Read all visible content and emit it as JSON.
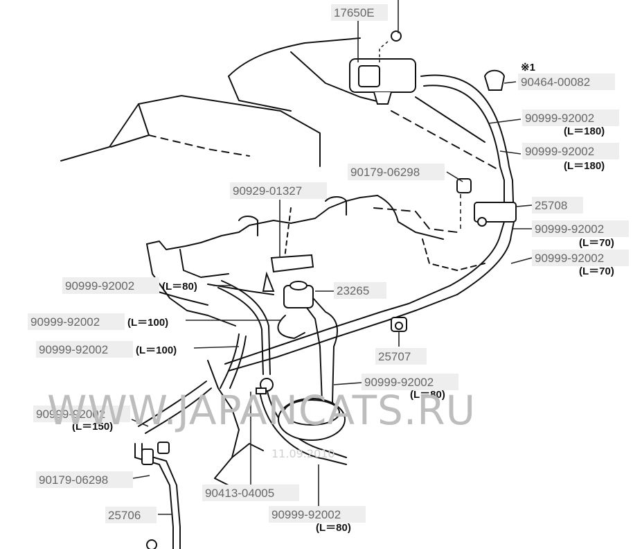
{
  "callouts": [
    {
      "id": "p17650E",
      "part": "17650E"
    },
    {
      "id": "p90464",
      "part": "90464-00082",
      "note": "※1"
    },
    {
      "id": "p90999a",
      "part": "90999-92002",
      "len": "(L＝180)"
    },
    {
      "id": "p90999b",
      "part": "90999-92002",
      "len": "(L＝180)"
    },
    {
      "id": "p90179a",
      "part": "90179-06298"
    },
    {
      "id": "p25708",
      "part": "25708"
    },
    {
      "id": "p90929",
      "part": "90929-01327"
    },
    {
      "id": "p90999c",
      "part": "90999-92002",
      "len": "(L＝70)"
    },
    {
      "id": "p90999d",
      "part": "90999-92002",
      "len": "(L＝70)"
    },
    {
      "id": "p90999e",
      "part": "90999-92002",
      "len": "(L＝80)"
    },
    {
      "id": "p23265",
      "part": "23265"
    },
    {
      "id": "p90999f",
      "part": "90999-92002",
      "len": "(L＝100)"
    },
    {
      "id": "p90999g",
      "part": "90999-92002",
      "len": "(L＝100)"
    },
    {
      "id": "p25707",
      "part": "25707"
    },
    {
      "id": "p90999h",
      "part": "90999-92002",
      "len": "(L＝80)"
    },
    {
      "id": "p90999i",
      "part": "90999-92002",
      "len": "(L＝150)"
    },
    {
      "id": "p90179b",
      "part": "90179-06298"
    },
    {
      "id": "p90413",
      "part": "90413-04005"
    },
    {
      "id": "p25706",
      "part": "25706"
    },
    {
      "id": "p90999j",
      "part": "90999-92002",
      "len": "(L＝80)"
    }
  ],
  "watermark": {
    "text": "WWW.JAPANCATS.RU",
    "sub": "11.09.2010"
  }
}
